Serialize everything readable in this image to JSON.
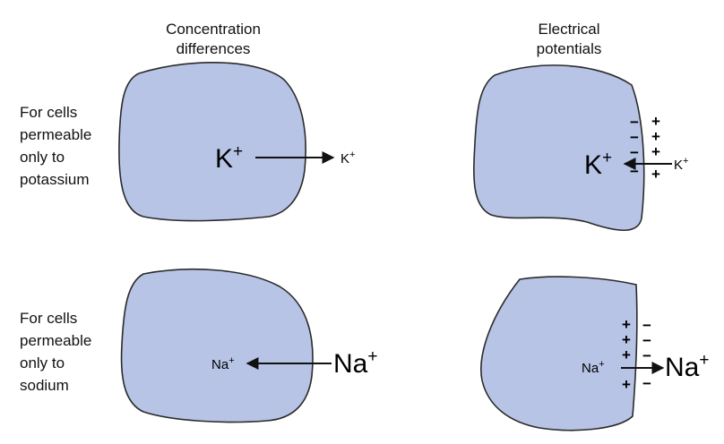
{
  "headers": {
    "concentration": [
      "Concentration",
      "differences"
    ],
    "electrical": [
      "Electrical",
      "potentials"
    ]
  },
  "row_labels": {
    "potassium": [
      "For cells",
      "permeable",
      "only to",
      "potassium"
    ],
    "sodium": [
      "For cells",
      "permeable",
      "only to",
      "sodium"
    ]
  },
  "ions": {
    "k_conc_inside": "K",
    "k_conc_outside": "K",
    "k_elec_inside": "K",
    "k_elec_outside": "K",
    "na_conc_inside": "Na",
    "na_conc_outside": "Na",
    "na_elec_inside": "Na",
    "na_elec_outside": "Na"
  },
  "charge": {
    "plus": "+",
    "minus": "−"
  },
  "colors": {
    "cell_fill": "#b7c4e6",
    "cell_stroke": "#2a2a2a",
    "arrow": "#111111"
  }
}
